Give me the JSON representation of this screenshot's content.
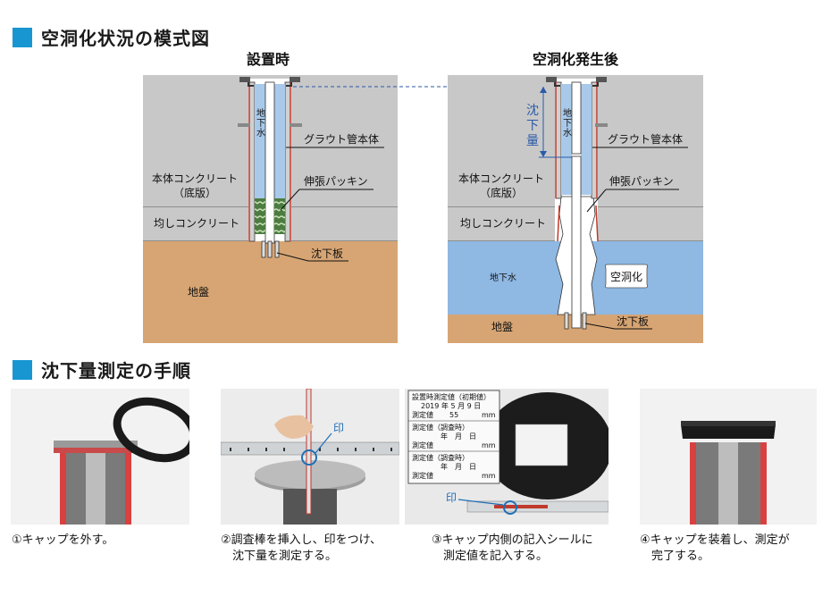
{
  "colors": {
    "accent": "#1796d2",
    "concrete": "#c8c8c8",
    "soil": "#d7a573",
    "water": "#8fb8e3",
    "pipe": "#a9c9ea",
    "cavity": "#ffffff",
    "guide": "#2a5aa8"
  },
  "section1": {
    "title": "空洞化状況の模式図"
  },
  "section2": {
    "title": "沈下量測定の手順"
  },
  "diagram_left": {
    "title": "設置時",
    "water_in_pipe": "地下水",
    "grout": "グラウト管本体",
    "body_concrete": "本体コンクリート",
    "body_concrete_sub": "（底版）",
    "packing": "伸張パッキン",
    "leveling": "均しコンクリート",
    "plate": "沈下板",
    "ground": "地盤"
  },
  "diagram_right": {
    "title": "空洞化発生後",
    "settlement": "沈下量",
    "water_in_pipe": "地下水",
    "grout": "グラウト管本体",
    "body_concrete": "本体コンクリート",
    "body_concrete_sub": "（底版）",
    "packing": "伸張パッキン",
    "leveling": "均しコンクリート",
    "groundwater": "地下水",
    "cavity": "空洞化",
    "plate": "沈下板",
    "ground": "地盤"
  },
  "photo2": {
    "mark": "印"
  },
  "photo3": {
    "mark": "印",
    "sheet": {
      "row1": "設置時測定値（初期値）",
      "row1_date": "2019 年 5 月 9 日",
      "row1_value_label": "測定値",
      "row1_value": "55",
      "row1_unit": "mm",
      "row2": "測定値（調査時）",
      "row2_date": "年　月　日",
      "row2_value_label": "測定値",
      "row2_unit": "mm",
      "row3": "測定値（調査時）",
      "row3_date": "年　月　日",
      "row3_value_label": "測定値",
      "row3_unit": "mm"
    }
  },
  "steps": [
    {
      "caption": "①キャップを外す。"
    },
    {
      "caption": "②調査棒を挿入し、印をつけ、\n　沈下量を測定する。"
    },
    {
      "caption": "③キャップ内側の記入シールに\n　測定値を記入する。"
    },
    {
      "caption": "④キャップを装着し、測定が\n　完了する。"
    }
  ]
}
